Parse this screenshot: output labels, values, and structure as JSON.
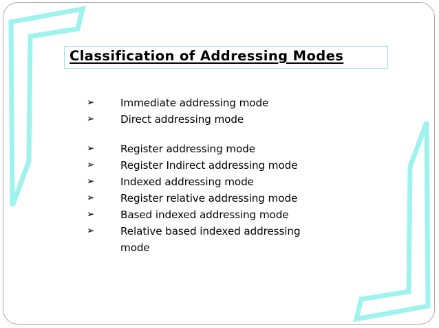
{
  "slide": {
    "title": "Classification of Addressing Modes",
    "bullet_glyph": "➢",
    "colors": {
      "decoration": "#9ef3ee",
      "title_box_border": "#9fdef5",
      "slide_border": "#a8a8a8",
      "text": "#000000",
      "background": "#ffffff"
    },
    "items": [
      {
        "label": "Immediate addressing mode",
        "gap_before": false
      },
      {
        "label": "Direct addressing mode",
        "gap_before": false
      },
      {
        "label": "Register addressing mode",
        "gap_before": true
      },
      {
        "label": "Register Indirect addressing mode",
        "gap_before": false
      },
      {
        "label": "Indexed addressing mode",
        "gap_before": false
      },
      {
        "label": "Register relative addressing mode",
        "gap_before": false
      },
      {
        "label": "Based indexed addressing mode",
        "gap_before": false
      },
      {
        "label": "Relative based indexed addressing mode",
        "gap_before": false
      }
    ],
    "decorations": [
      {
        "name": "top-left-bracket"
      },
      {
        "name": "bottom-right-bracket"
      }
    ]
  }
}
